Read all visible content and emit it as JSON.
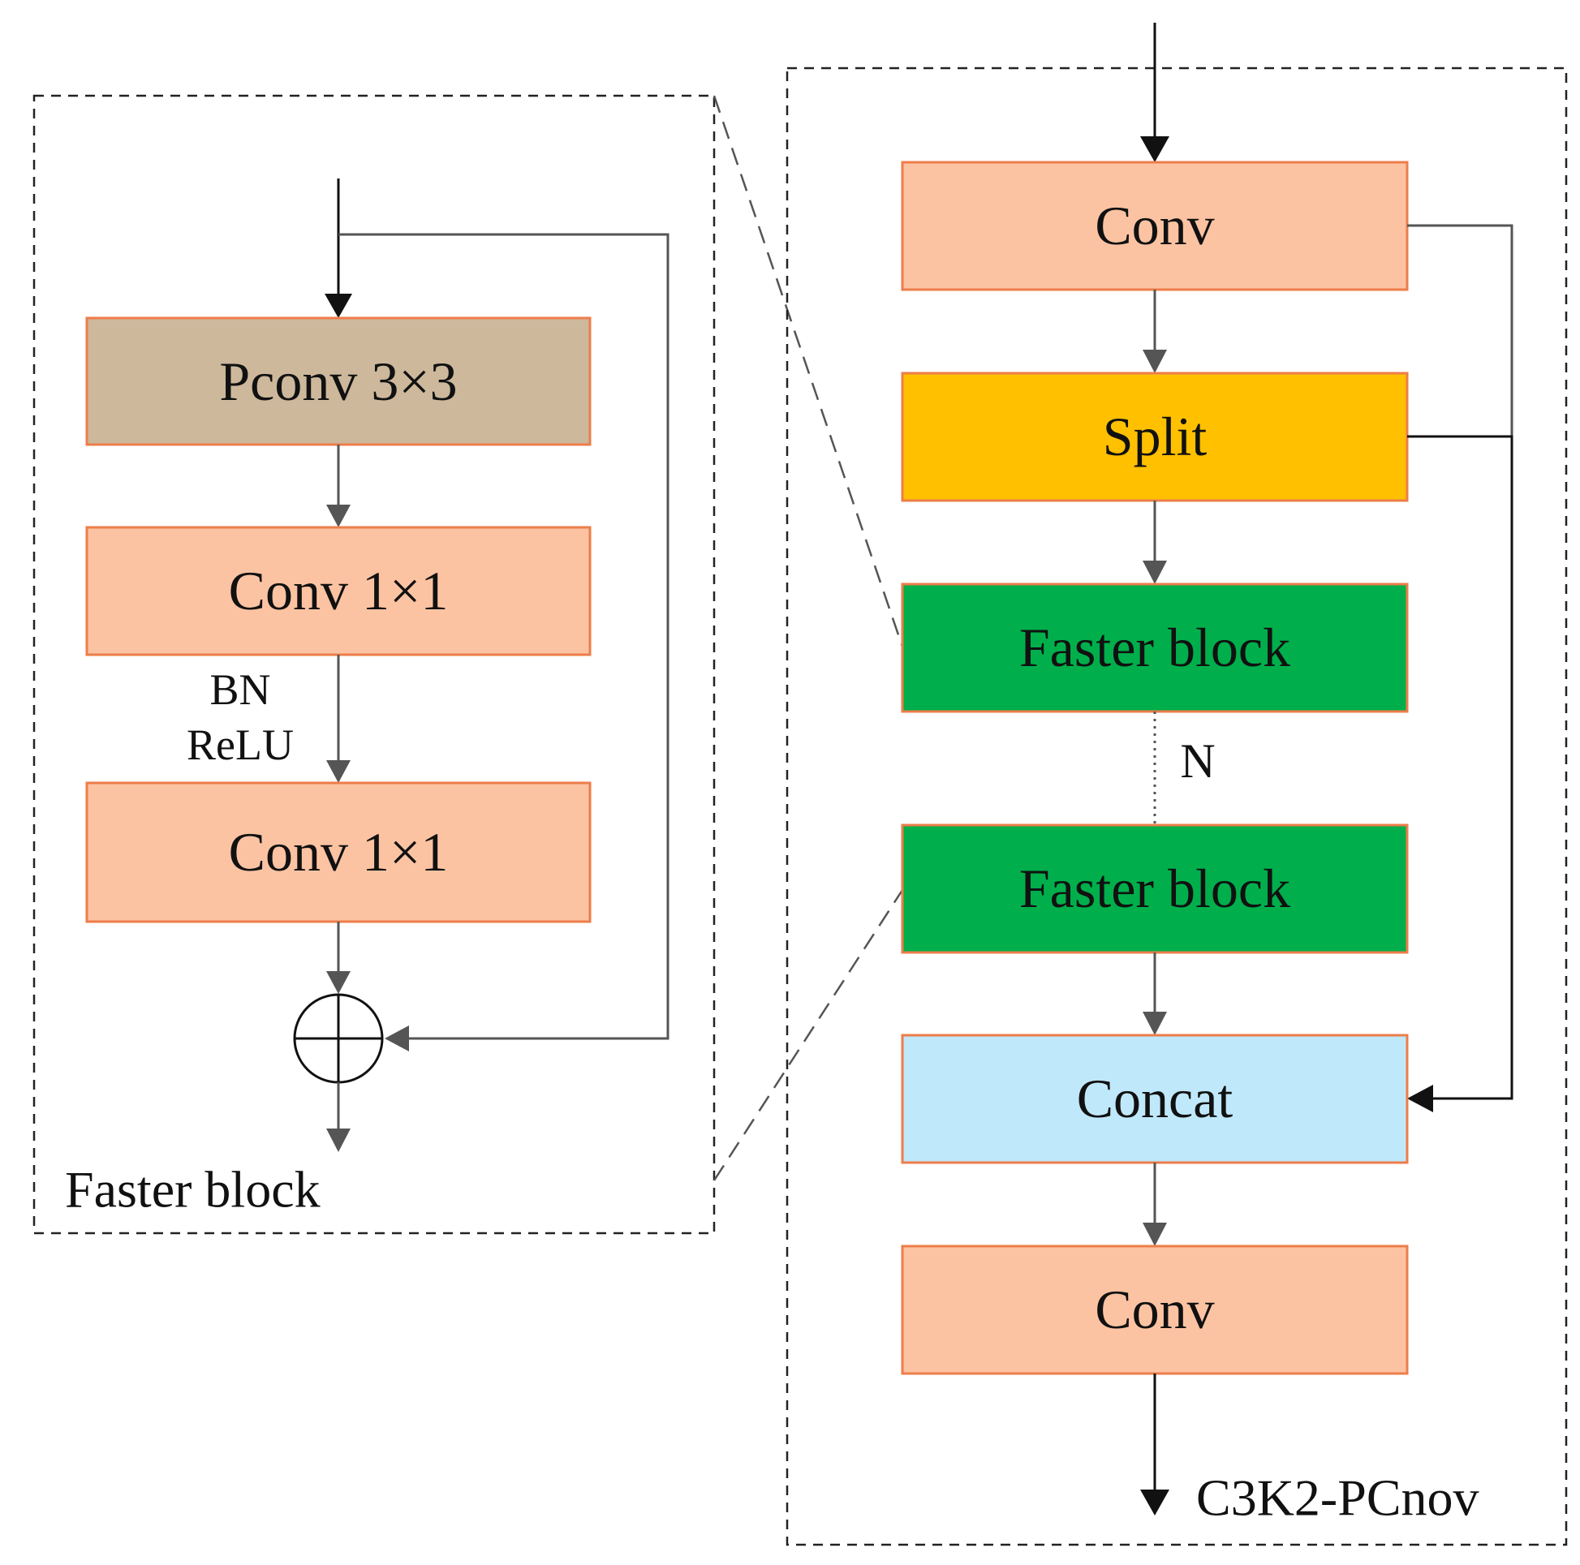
{
  "colors": {
    "conv_fill": "#FCC3A2",
    "pconv_fill": "#CDB89C",
    "split_fill": "#FFC000",
    "faster_fill": "#00AF4B",
    "concat_fill": "#C0E8FB",
    "block_border": "#ED7D4A",
    "arrow_gray": "#555555",
    "arrow_dark": "#111111"
  },
  "faster_block_detail": {
    "caption": "Faster block",
    "pconv_label": "Pconv 3×3",
    "conv1_label": "Conv 1×1",
    "bn_label": "BN",
    "relu_label": "ReLU",
    "conv2_label": "Conv 1×1",
    "add_symbol": "plus-circle-icon"
  },
  "c3k2_module": {
    "caption": "C3K2-PCnov",
    "conv_top_label": "Conv",
    "split_label": "Split",
    "faster1_label": "Faster block",
    "repeat_label": "N",
    "faster2_label": "Faster block",
    "concat_label": "Concat",
    "conv_bottom_label": "Conv"
  }
}
